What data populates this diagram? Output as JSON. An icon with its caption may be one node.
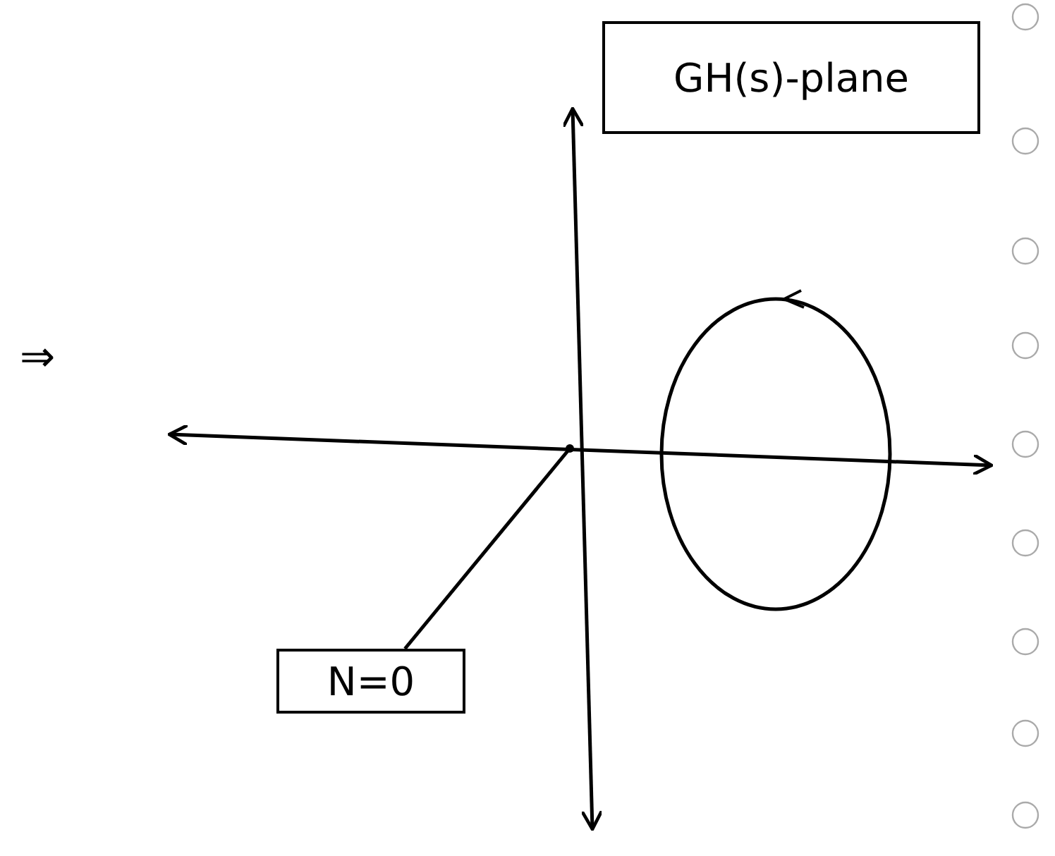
{
  "diagram": {
    "nodes": [
      {
        "text": [
          "GH(s)-plane"
        ]
      },
      {
        "text": [
          "N=0"
        ]
      },
      {
        "text": [],
        "shape": "dot"
      }
    ],
    "edges": [
      {
        "from": 1,
        "to": 2,
        "arrow": "none"
      }
    ],
    "labels": [
      "⇒"
    ]
  }
}
